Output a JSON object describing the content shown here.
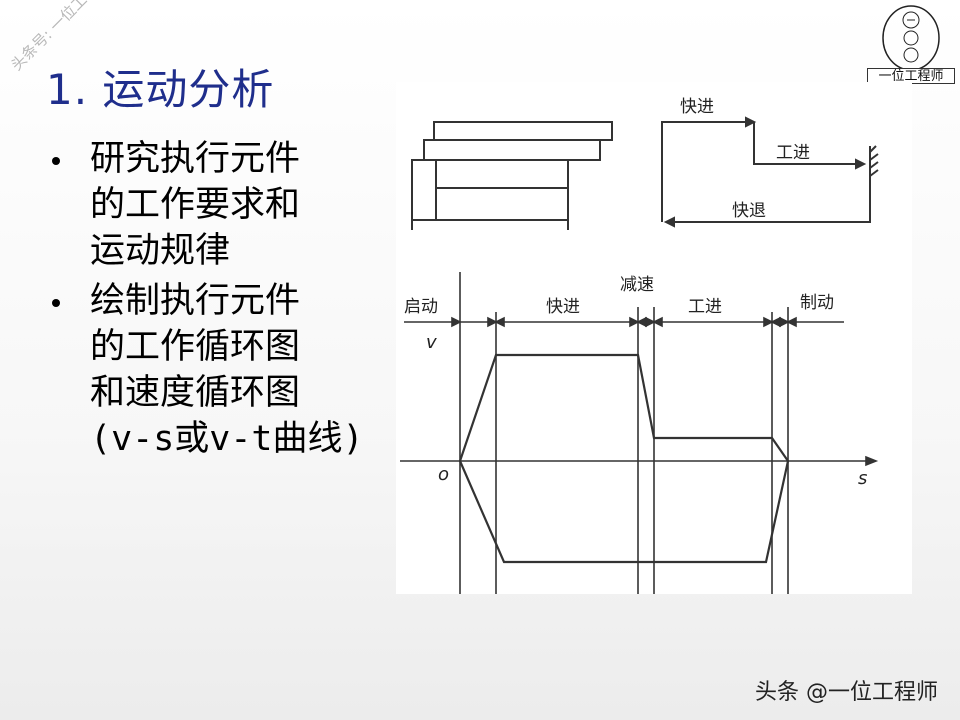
{
  "slide": {
    "title": "1. 运动分析",
    "bullets": [
      {
        "lines": [
          "研究执行元件",
          "的工作要求和",
          "运动规律"
        ]
      },
      {
        "lines": [
          "绘制执行元件",
          "的工作循环图",
          "和速度循环图",
          "(v-s或v-t曲线)"
        ]
      }
    ]
  },
  "watermarks": {
    "diagonal": "头条号: 一位工程师",
    "footer": "头条 @一位工程师",
    "logo_label": "一位工程师"
  },
  "diagram": {
    "cycle_labels": {
      "fast_forward": "快进",
      "work_feed": "工进",
      "fast_return": "快退"
    },
    "velocity_labels": {
      "start": "启动",
      "fast_forward": "快进",
      "decelerate": "减速",
      "work_feed": "工进",
      "brake": "制动",
      "v_axis": "v",
      "origin": "o",
      "s_axis": "s"
    }
  }
}
